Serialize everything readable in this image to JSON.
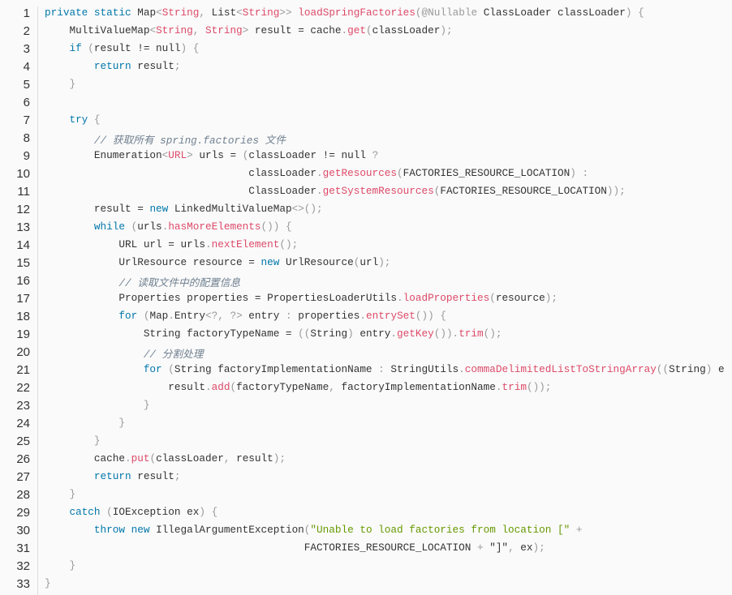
{
  "code": {
    "lines": [
      [
        [
          "k",
          "private static "
        ],
        [
          "",
          "Map"
        ],
        [
          "p",
          "<"
        ],
        [
          "t",
          "String"
        ],
        [
          "p",
          ", "
        ],
        [
          "",
          "List"
        ],
        [
          "p",
          "<"
        ],
        [
          "t",
          "String"
        ],
        [
          "p",
          ">>"
        ],
        [
          "",
          ""
        ],
        [
          "",
          " "
        ],
        [
          "f",
          "loadSpringFactories"
        ],
        [
          "p",
          "(@"
        ],
        [
          "p",
          "Nullable"
        ],
        [
          "",
          " ClassLoader classLoader"
        ],
        [
          "p",
          ")"
        ],
        [
          "",
          " "
        ],
        [
          "p",
          "{"
        ]
      ],
      [
        [
          "",
          "    MultiValueMap"
        ],
        [
          "p",
          "<"
        ],
        [
          "t",
          "String"
        ],
        [
          "p",
          ", "
        ],
        [
          "t",
          "String"
        ],
        [
          "p",
          ">"
        ],
        [
          "",
          " result = cache"
        ],
        [
          "p",
          "."
        ],
        [
          "f",
          "get"
        ],
        [
          "p",
          "("
        ],
        [
          "",
          "classLoader"
        ],
        [
          "p",
          ");"
        ]
      ],
      [
        [
          "k",
          "    if "
        ],
        [
          "p",
          "("
        ],
        [
          "",
          "result != null"
        ],
        [
          "p",
          ")"
        ],
        [
          "",
          " "
        ],
        [
          "p",
          "{"
        ]
      ],
      [
        [
          "k",
          "        return "
        ],
        [
          "",
          "result"
        ],
        [
          "p",
          ";"
        ]
      ],
      [
        [
          "p",
          "    }"
        ]
      ],
      [
        [
          "",
          ""
        ]
      ],
      [
        [
          "k",
          "    try "
        ],
        [
          "p",
          "{"
        ]
      ],
      [
        [
          "c",
          "        // 获取所有 spring.factories 文件"
        ]
      ],
      [
        [
          "",
          "        Enumeration"
        ],
        [
          "p",
          "<"
        ],
        [
          "t",
          "URL"
        ],
        [
          "p",
          ">"
        ],
        [
          "",
          " urls = "
        ],
        [
          "p",
          "("
        ],
        [
          "",
          "classLoader != null "
        ],
        [
          "p",
          "?"
        ]
      ],
      [
        [
          "",
          "                                 classLoader"
        ],
        [
          "p",
          "."
        ],
        [
          "f",
          "getResources"
        ],
        [
          "p",
          "("
        ],
        [
          "",
          "FACTORIES_RESOURCE_LOCATION"
        ],
        [
          "p",
          ")"
        ],
        [
          "",
          " "
        ],
        [
          "p",
          ":"
        ]
      ],
      [
        [
          "",
          "                                 ClassLoader"
        ],
        [
          "p",
          "."
        ],
        [
          "f",
          "getSystemResources"
        ],
        [
          "p",
          "("
        ],
        [
          "",
          "FACTORIES_RESOURCE_LOCATION"
        ],
        [
          "p",
          "));"
        ]
      ],
      [
        [
          "",
          "        result = "
        ],
        [
          "k",
          "new "
        ],
        [
          "",
          "LinkedMultiValueMap"
        ],
        [
          "p",
          "<>();"
        ]
      ],
      [
        [
          "k",
          "        while "
        ],
        [
          "p",
          "("
        ],
        [
          "",
          "urls"
        ],
        [
          "p",
          "."
        ],
        [
          "f",
          "hasMoreElements"
        ],
        [
          "p",
          "())"
        ],
        [
          "",
          " "
        ],
        [
          "p",
          "{"
        ]
      ],
      [
        [
          "",
          "            URL url = urls"
        ],
        [
          "p",
          "."
        ],
        [
          "f",
          "nextElement"
        ],
        [
          "p",
          "();"
        ]
      ],
      [
        [
          "",
          "            UrlResource resource = "
        ],
        [
          "k",
          "new "
        ],
        [
          "",
          "UrlResource"
        ],
        [
          "p",
          "("
        ],
        [
          "",
          "url"
        ],
        [
          "p",
          ");"
        ]
      ],
      [
        [
          "c",
          "            // 读取文件中的配置信息"
        ]
      ],
      [
        [
          "",
          "            Properties properties = PropertiesLoaderUtils"
        ],
        [
          "p",
          "."
        ],
        [
          "f",
          "loadProperties"
        ],
        [
          "p",
          "("
        ],
        [
          "",
          "resource"
        ],
        [
          "p",
          ");"
        ]
      ],
      [
        [
          "k",
          "            for "
        ],
        [
          "p",
          "("
        ],
        [
          "",
          "Map"
        ],
        [
          "p",
          "."
        ],
        [
          "",
          "Entry"
        ],
        [
          "p",
          "<?, ?>"
        ],
        [
          "",
          " entry "
        ],
        [
          "p",
          ":"
        ],
        [
          "",
          " properties"
        ],
        [
          "p",
          "."
        ],
        [
          "f",
          "entrySet"
        ],
        [
          "p",
          "())"
        ],
        [
          "",
          " "
        ],
        [
          "p",
          "{"
        ]
      ],
      [
        [
          "",
          "                String factoryTypeName = "
        ],
        [
          "p",
          "(("
        ],
        [
          "",
          "String"
        ],
        [
          "p",
          ")"
        ],
        [
          "",
          " entry"
        ],
        [
          "p",
          "."
        ],
        [
          "f",
          "getKey"
        ],
        [
          "p",
          "())."
        ],
        [
          "f",
          "trim"
        ],
        [
          "p",
          "();"
        ]
      ],
      [
        [
          "c",
          "                // 分割处理"
        ]
      ],
      [
        [
          "k",
          "                for "
        ],
        [
          "p",
          "("
        ],
        [
          "",
          "String factoryImplementationName "
        ],
        [
          "p",
          ":"
        ],
        [
          "",
          " StringUtils"
        ],
        [
          "p",
          "."
        ],
        [
          "f",
          "commaDelimitedListToStringArray"
        ],
        [
          "p",
          "(("
        ],
        [
          "",
          "String"
        ],
        [
          "p",
          ")"
        ],
        [
          "",
          " e"
        ]
      ],
      [
        [
          "",
          "                    result"
        ],
        [
          "p",
          "."
        ],
        [
          "f",
          "add"
        ],
        [
          "p",
          "("
        ],
        [
          "",
          "factoryTypeName"
        ],
        [
          "p",
          ", "
        ],
        [
          "",
          "factoryImplementationName"
        ],
        [
          "p",
          "."
        ],
        [
          "f",
          "trim"
        ],
        [
          "p",
          "());"
        ]
      ],
      [
        [
          "p",
          "                }"
        ]
      ],
      [
        [
          "p",
          "            }"
        ]
      ],
      [
        [
          "p",
          "        }"
        ]
      ],
      [
        [
          "",
          "        cache"
        ],
        [
          "p",
          "."
        ],
        [
          "f",
          "put"
        ],
        [
          "p",
          "("
        ],
        [
          "",
          "classLoader"
        ],
        [
          "p",
          ", "
        ],
        [
          "",
          "result"
        ],
        [
          "p",
          ");"
        ]
      ],
      [
        [
          "k",
          "        return "
        ],
        [
          "",
          "result"
        ],
        [
          "p",
          ";"
        ]
      ],
      [
        [
          "p",
          "    }"
        ]
      ],
      [
        [
          "k",
          "    catch "
        ],
        [
          "p",
          "("
        ],
        [
          "",
          "IOException ex"
        ],
        [
          "p",
          ")"
        ],
        [
          "",
          " "
        ],
        [
          "p",
          "{"
        ]
      ],
      [
        [
          "k",
          "        throw new "
        ],
        [
          "",
          "IllegalArgumentException"
        ],
        [
          "p",
          "("
        ],
        [
          "s",
          "\"Unable to load factories from location [\" "
        ],
        [
          "p",
          "+"
        ]
      ],
      [
        [
          "",
          "                                          FACTORIES_RESOURCE_LOCATION "
        ],
        [
          "p",
          "+"
        ],
        [
          "",
          " \"]\""
        ],
        [
          "p",
          ", "
        ],
        [
          "",
          "ex"
        ],
        [
          "p",
          ");"
        ]
      ],
      [
        [
          "p",
          "    }"
        ]
      ],
      [
        [
          "p",
          "}"
        ]
      ]
    ]
  }
}
